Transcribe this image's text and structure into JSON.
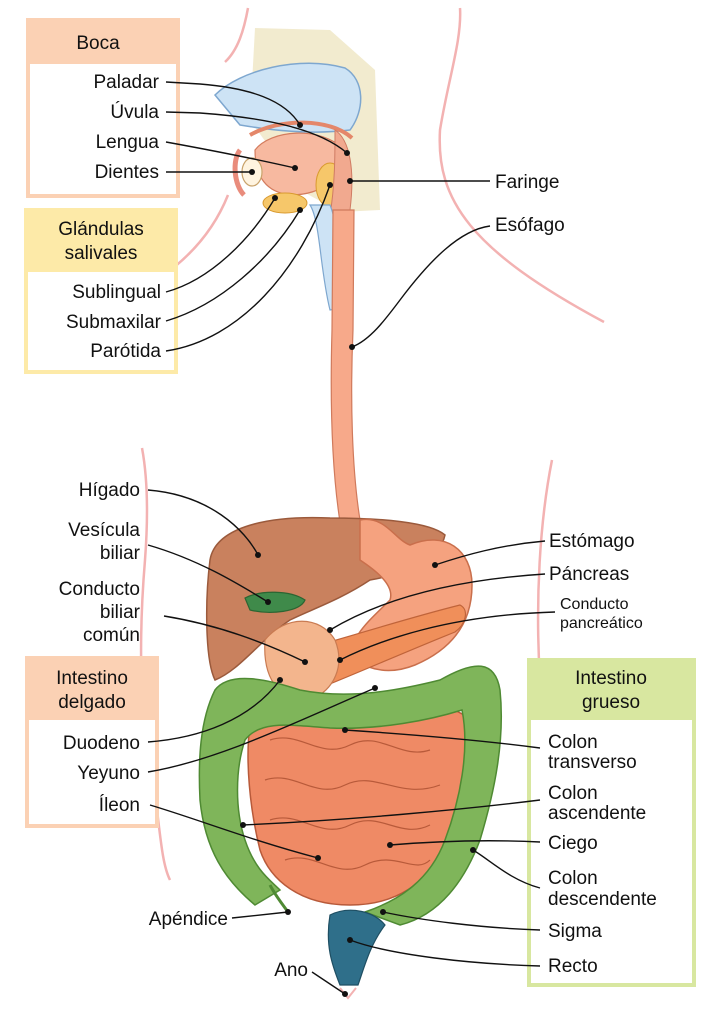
{
  "groups": {
    "mouth": {
      "title": "Boca",
      "color": "#fbd1b4"
    },
    "salivary": {
      "title_line1": "Glándulas",
      "title_line2": "salivales",
      "color": "#fdeaa8"
    },
    "small_intestine": {
      "title_line1": "Intestino",
      "title_line2": "delgado",
      "color": "#fbd1b4"
    },
    "large_intestine": {
      "title_line1": "Intestino",
      "title_line2": "grueso",
      "color": "#d8e7a0"
    }
  },
  "labels": {
    "paladar": "Paladar",
    "uvula": "Úvula",
    "lengua": "Lengua",
    "dientes": "Dientes",
    "sublingual": "Sublingual",
    "submaxilar": "Submaxilar",
    "parotida": "Parótida",
    "faringe": "Faringe",
    "esofago": "Esófago",
    "higado": "Hígado",
    "vesicula_1": "Vesícula",
    "vesicula_2": "biliar",
    "conducto_biliar_1": "Conducto",
    "conducto_biliar_2": "biliar",
    "conducto_biliar_3": "común",
    "estomago": "Estómago",
    "pancreas": "Páncreas",
    "conducto_pancreatico_1": "Conducto",
    "conducto_pancreatico_2": "pancreático",
    "duodeno": "Duodeno",
    "yeyuno": "Yeyuno",
    "ileon": "Íleon",
    "apendice": "Apéndice",
    "ano": "Ano",
    "colon_transverso_1": "Colon",
    "colon_transverso_2": "transverso",
    "colon_ascendente_1": "Colon",
    "colon_ascendente_2": "ascendente",
    "ciego": "Ciego",
    "colon_descendente_1": "Colon",
    "colon_descendente_2": "descendente",
    "sigma": "Sigma",
    "recto": "Recto"
  },
  "colors": {
    "esophagus": "#f7a98a",
    "liver": "#c9815e",
    "stomach": "#f5a27f",
    "pancreas": "#f08f5a",
    "gallbladder": "#3f8a4a",
    "small_intestine": "#ef8a65",
    "large_intestine": "#7fb55a",
    "rectum": "#2f6f8a",
    "skin_outline": "#f3b2b2"
  }
}
